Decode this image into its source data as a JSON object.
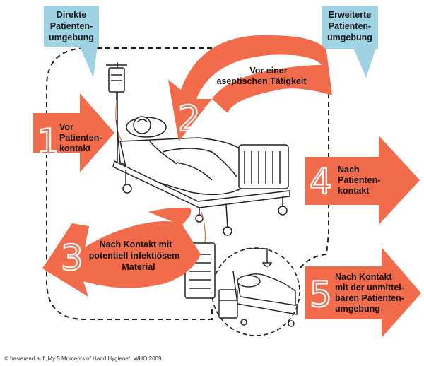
{
  "colors": {
    "arrow": "#f26b4b",
    "callout": "#9fd3e4",
    "line": "#222222",
    "number_outline": "#ffffff"
  },
  "callouts": {
    "direct": [
      "Direkte",
      "Patienten-",
      "umgebung"
    ],
    "extended": [
      "Erweiterte",
      "Patienten-",
      "umgebung"
    ]
  },
  "moments": [
    {
      "number": "1",
      "lines": [
        "Vor",
        "Patienten-",
        "kontakt"
      ]
    },
    {
      "number": "2",
      "lines": [
        "Vor einer",
        "aseptischen Tätigkeit"
      ]
    },
    {
      "number": "3",
      "lines": [
        "Nach Kontakt mit",
        "potentiell infektiösem",
        "Material"
      ]
    },
    {
      "number": "4",
      "lines": [
        "Nach",
        "Patienten-",
        "kontakt"
      ]
    },
    {
      "number": "5",
      "lines": [
        "Nach Kontakt",
        "mit der unmittel-",
        "baren Patienten-",
        "umgebung"
      ]
    }
  ],
  "illustrations": [
    "patient-in-bed",
    "iv-drip-stand",
    "urine-bag",
    "empty-bed-with-bedside-table"
  ],
  "footnote": "© basierend auf „My 5 Moments of Hand Hygiene“, WHO 2009"
}
